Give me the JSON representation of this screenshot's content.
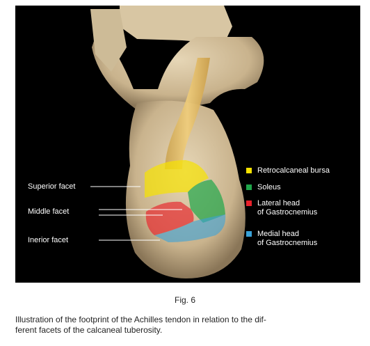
{
  "figure": {
    "labels": {
      "superior": "Superior facet",
      "middle": "Middle facet",
      "inferior": "Inerior facet"
    },
    "legend": [
      {
        "color": "#f6e200",
        "line1": "Retrocalcaneal bursa",
        "line2": ""
      },
      {
        "color": "#1fa64a",
        "line1": "Soleus",
        "line2": ""
      },
      {
        "color": "#e8202a",
        "line1": "Lateral head",
        "line2": "of Gastrocnemius"
      },
      {
        "color": "#3aa2d8",
        "line1": "Medial head",
        "line2": "of Gastrocnemius"
      }
    ]
  },
  "fig_number": "Fig. 6",
  "caption": {
    "line1": "Illustration of the footprint of the Achilles tendon in relation to the dif-",
    "line2": "ferent facets of the calcaneal tuberosity."
  }
}
